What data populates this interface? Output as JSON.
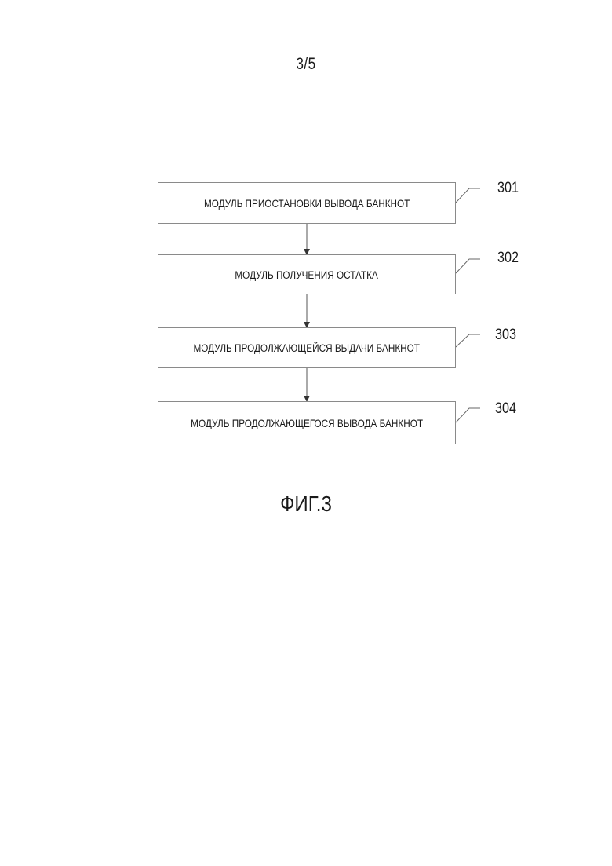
{
  "page": {
    "number": "3/5"
  },
  "diagram": {
    "blocks": [
      {
        "label": "МОДУЛЬ ПРИОСТАНОВКИ ВЫВОДА БАНКНОТ",
        "ref": "301"
      },
      {
        "label": "МОДУЛЬ ПОЛУЧЕНИЯ ОСТАТКА",
        "ref": "302"
      },
      {
        "label": "МОДУЛЬ ПРОДОЛЖАЮЩЕЙСЯ ВЫДАЧИ БАНКНОТ",
        "ref": "303"
      },
      {
        "label": "МОДУЛЬ ПРОДОЛЖАЮЩЕГОСЯ ВЫВОДА БАНКНОТ",
        "ref": "304"
      }
    ]
  },
  "caption": "ФИГ.3",
  "colors": {
    "line": "#555555",
    "box_border": "#8a8a8a",
    "text": "#1a1a1a"
  }
}
